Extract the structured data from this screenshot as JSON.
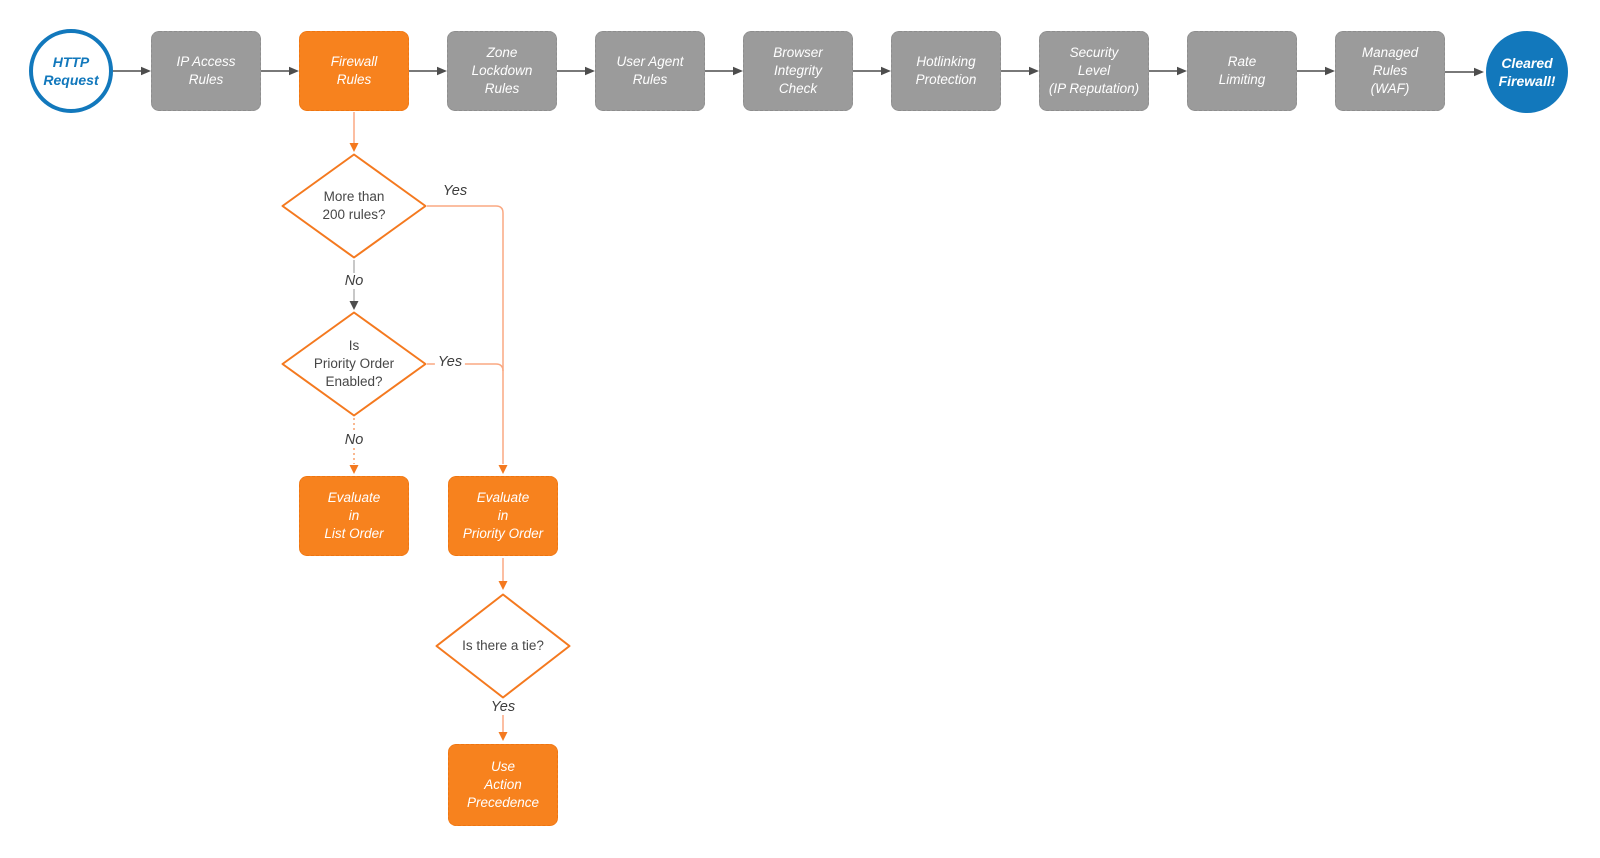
{
  "colors": {
    "stage_gray": "#9b9b9b",
    "accent_orange": "#f7821e",
    "accent_blue": "#1278bc",
    "connector_light_orange": "#faa882",
    "connector_dark_gray": "#4d4d4d"
  },
  "pipeline": {
    "start_label": "HTTP\nRequest",
    "stages": [
      {
        "label": "IP Access\nRules"
      },
      {
        "label": "Firewall\nRules"
      },
      {
        "label": "Zone\nLockdown\nRules"
      },
      {
        "label": "User Agent\nRules"
      },
      {
        "label": "Browser\nIntegrity\nCheck"
      },
      {
        "label": "Hotlinking\nProtection"
      },
      {
        "label": "Security\nLevel\n(IP Reputation)"
      },
      {
        "label": "Rate\nLimiting"
      },
      {
        "label": "Managed\nRules\n(WAF)"
      }
    ],
    "end_label": "Cleared\nFirewall!"
  },
  "firewall_branch": {
    "decision_rule_count": {
      "question": "More than\n200 rules?",
      "yes": "Yes",
      "no": "No"
    },
    "decision_priority_order": {
      "question": "Is\nPriority Order\nEnabled?",
      "yes": "Yes",
      "no": "No"
    },
    "evaluate_list_order": {
      "label": "Evaluate\nin\nList Order"
    },
    "evaluate_priority_order": {
      "label": "Evaluate\nin\nPriority Order"
    },
    "decision_tie": {
      "question": "Is there a tie?",
      "yes": "Yes"
    },
    "use_action_precedence": {
      "label": "Use\nAction\nPrecedence"
    }
  }
}
